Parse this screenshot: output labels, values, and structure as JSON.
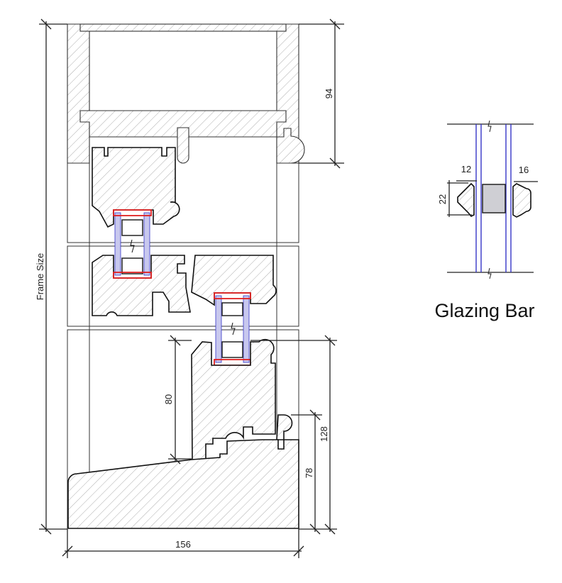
{
  "drawing": {
    "dimensions": {
      "frame_size": "Frame Size",
      "head_height": "94",
      "sash_height": "80",
      "sill_total": "128",
      "sill_height": "78",
      "frame_depth": "156"
    },
    "glazing_bar": {
      "caption": "Glazing Bar",
      "bead_width_left": "12",
      "bead_width_right": "16",
      "bead_height": "22"
    },
    "colors": {
      "glass": "#3535c8",
      "seal": "#e02020",
      "spacer": "#cfcfd4"
    }
  }
}
